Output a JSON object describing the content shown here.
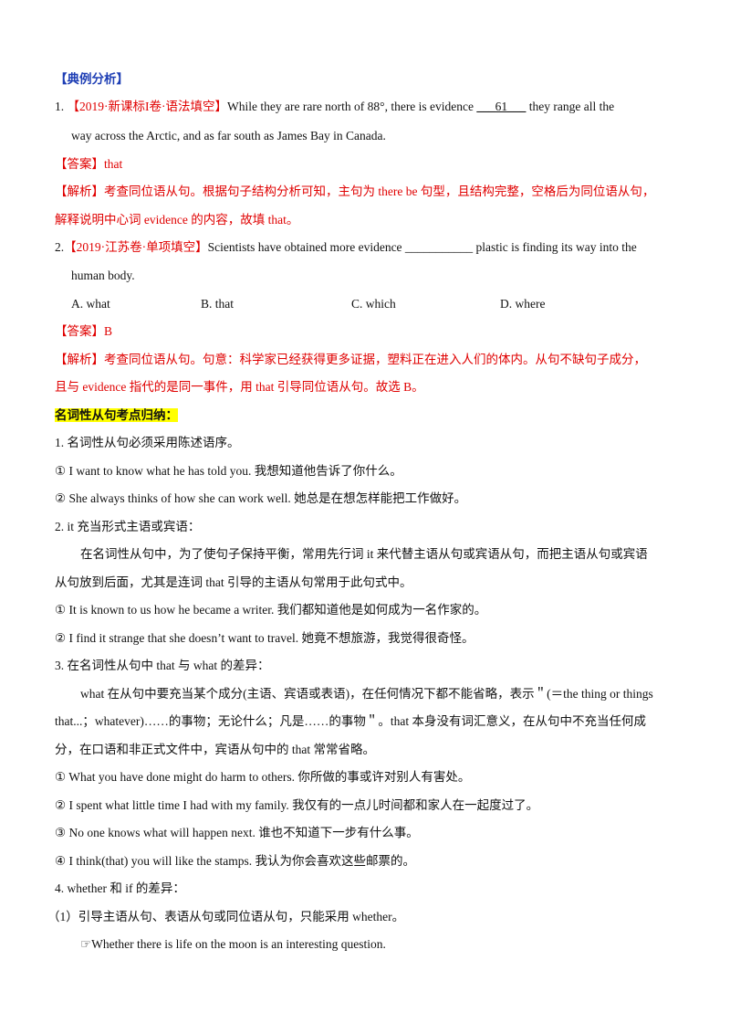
{
  "section_title": "【典例分析】",
  "q1": {
    "num": "1.",
    "tag": "【2019·新课标I卷·语法填空】",
    "text_a": "While they are rare north of 88°,  there is evidence ",
    "blank": "___61___",
    "text_b": " they range all the",
    "line2": "way across the Arctic, and as far south as James Bay in Canada.",
    "answer": "【答案】that",
    "analysis_1": "【解析】考查同位语从句。根据句子结构分析可知，主句为 there be 句型，且结构完整，空格后为同位语从句，",
    "analysis_2": "解释说明中心词 evidence 的内容，故填 that。"
  },
  "q2": {
    "num": "2.",
    "tag": "【2019·江苏卷·单项填空】",
    "text": "Scientists have obtained more evidence ___________ plastic is finding its way into the",
    "line2": "human body.",
    "options": [
      "A.  what",
      "B.  that",
      "C.  which",
      "D.  where"
    ],
    "answer": "【答案】B",
    "analysis_1": "【解析】考查同位语从句。句意：科学家已经获得更多证据，塑料正在进入人们的体内。从句不缺句子成分，",
    "analysis_2": "且与 evidence 指代的是同一事件，用 that 引导同位语从句。故选 B。"
  },
  "summary_title": "名词性从句考点归纳：",
  "lines": [
    "1.  名词性从句必须采用陈述语序。",
    "① I want to know what he has told you.  我想知道他告诉了你什么。",
    "② She always thinks of how she can work well.  她总是在想怎样能把工作做好。",
    "2.  it 充当形式主语或宾语：",
    "在名词性从句中，为了使句子保持平衡，常用先行词 it 来代替主语从句或宾语从句，而把主语从句或宾语",
    "从句放到后面，尤其是连词 that 引导的主语从句常用于此句式中。",
    "① It is known to us how he became a writer.  我们都知道他是如何成为一名作家的。",
    "② I find it strange that she doesn’t want to travel.  她竟不想旅游，我觉得很奇怪。",
    "3.  在名词性从句中  that 与 what 的差异：",
    "what 在从句中要充当某个成分(主语、宾语或表语)，在任何情况下都不能省略，表示＂(＝the thing or things",
    "that...；whatever)……的事物；无论什么；凡是……的事物＂。that 本身没有词汇意义，在从句中不充当任何成",
    "分，在口语和非正式文件中，宾语从句中的 that 常常省略。",
    "① What  you  have  done  might  do  harm  to  others.  你所做的事或许对别人有害处。",
    "② I spent what little time I had with my family.  我仅有的一点儿时间都和家人在一起度过了。",
    "③ No one knows what will happen next.  谁也不知道下一步有什么事。",
    "④ I think(that) you will like the stamps.  我认为你会喜欢这些邮票的。",
    "4.  whether 和 if 的差异：",
    "（1）引导主语从句、表语从句或同位语从句，只能采用 whether。",
    "☞Whether there is life on the moon is an interesting question."
  ]
}
